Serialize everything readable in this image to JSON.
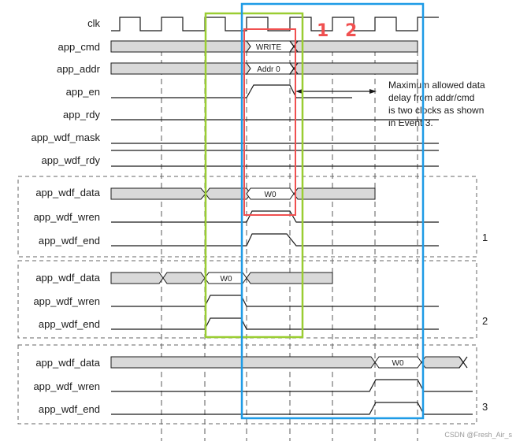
{
  "signals": {
    "clk": "clk",
    "app_cmd": "app_cmd",
    "app_addr": "app_addr",
    "app_en": "app_en",
    "app_rdy": "app_rdy",
    "app_wdf_mask": "app_wdf_mask",
    "app_wdf_rdy": "app_wdf_rdy"
  },
  "events": [
    {
      "number": "1",
      "data_label": "app_wdf_data",
      "wren_label": "app_wdf_wren",
      "end_label": "app_wdf_end",
      "data_value": "W0"
    },
    {
      "number": "2",
      "data_label": "app_wdf_data",
      "wren_label": "app_wdf_wren",
      "end_label": "app_wdf_end",
      "data_value": "W0"
    },
    {
      "number": "3",
      "data_label": "app_wdf_data",
      "wren_label": "app_wdf_wren",
      "end_label": "app_wdf_end",
      "data_value": "W0"
    }
  ],
  "cmd_value": "WRITE",
  "addr_value": "Addr 0",
  "note_lines": [
    "Maximum allowed data",
    "delay from addr/cmd",
    "is two clocks as shown",
    "in Event 3."
  ],
  "annotation_marks": [
    "1",
    "2"
  ],
  "watermark": "CSDN @Fresh_Air_s",
  "colors": {
    "bus_fill": "#d9d9d9",
    "green_box": "#9acd32",
    "blue_box": "#1e9be6",
    "red_box": "#f05050",
    "handwriting": "#f05050"
  }
}
